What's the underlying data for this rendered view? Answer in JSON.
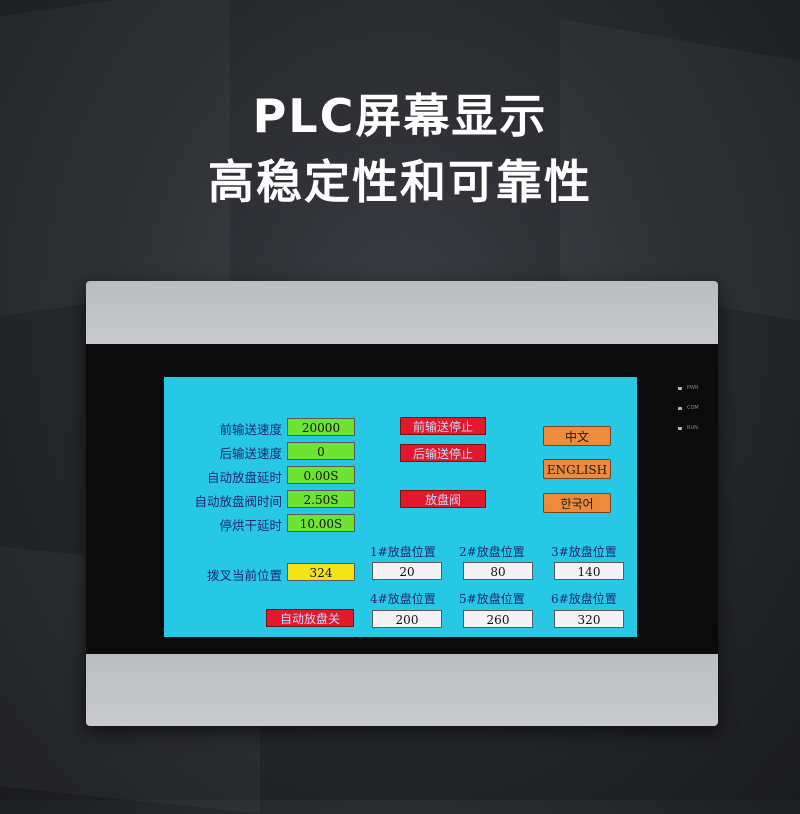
{
  "headline": {
    "line1": "PLC屏幕显示",
    "line2": "高稳定性和可靠性"
  },
  "device": {
    "leds": [
      {
        "label": "PWR",
        "color": "#bbbbbb"
      },
      {
        "label": "COM",
        "color": "#bbbbbb"
      },
      {
        "label": "RUN",
        "color": "#bbbbbb"
      }
    ]
  },
  "screen": {
    "params": [
      {
        "label": "前输送速度",
        "value": "20000"
      },
      {
        "label": "后输送速度",
        "value": "0"
      },
      {
        "label": "自动放盘延时",
        "value": "0.00S"
      },
      {
        "label": "自动放盘阀时间",
        "value": "2.50S"
      },
      {
        "label": "停烘干延时",
        "value": "10.00S"
      }
    ],
    "fork": {
      "label": "拨叉当前位置",
      "value": "324"
    },
    "status_buttons": [
      "前输送停止",
      "后输送停止",
      "放盘阀"
    ],
    "auto_button": "自动放盘关",
    "languages": [
      "中文",
      "ENGLISH",
      "한국어"
    ],
    "positions": [
      {
        "label": "1#放盘位置",
        "value": "20"
      },
      {
        "label": "2#放盘位置",
        "value": "80"
      },
      {
        "label": "3#放盘位置",
        "value": "140"
      },
      {
        "label": "4#放盘位置",
        "value": "200"
      },
      {
        "label": "5#放盘位置",
        "value": "260"
      },
      {
        "label": "6#放盘位置",
        "value": "320"
      }
    ]
  }
}
